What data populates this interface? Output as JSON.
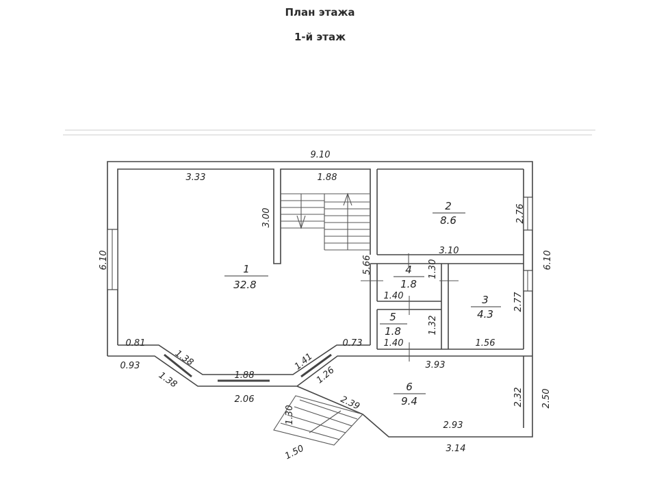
{
  "header": {
    "title": "План этажа",
    "subtitle": "1-й этаж"
  },
  "rooms": [
    {
      "number": "1",
      "area": "32.8"
    },
    {
      "number": "2",
      "area": "8.6"
    },
    {
      "number": "3",
      "area": "4.3"
    },
    {
      "number": "4",
      "area": "1.8"
    },
    {
      "number": "5",
      "area": "1.8"
    },
    {
      "number": "6",
      "area": "9.4"
    }
  ],
  "dimensions": {
    "overall_width": "9.10",
    "left_height": "6.10",
    "right_height": "6.10",
    "room1_top": "3.33",
    "stair_height": "3.00",
    "stair_width": "1.88",
    "room2_height": "2.76",
    "room2_bottom": "3.10",
    "corridor_height": "5.66",
    "room4_width": "1.40",
    "room4_right": "1.30",
    "room3_height": "2.77",
    "room3_width": "1.56",
    "room5_height": "1.32",
    "room5_width": "1.40",
    "room1_left_bottom": "0.81",
    "room1_right_bottom": "0.73",
    "bay_left_offset": "0.93",
    "bay_left_inner": "1.38",
    "bay_left_outer": "1.38",
    "bay_center_inner": "1.88",
    "bay_center_outer": "2.06",
    "bay_right_inner": "1.41",
    "bay_right_outer": "1.26",
    "room6_top": "3.93",
    "room6_inner_height": "2.32",
    "room6_outer_height": "2.50",
    "room6_diag": "2.39",
    "room6_bottom_inner": "2.93",
    "room6_bottom_outer": "3.14",
    "porch_stair_height": "1.30",
    "porch_stair_width": "1.50"
  }
}
